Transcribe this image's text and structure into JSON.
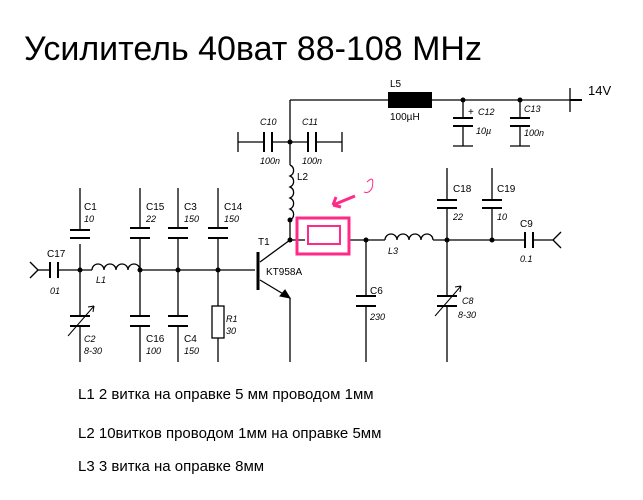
{
  "title": "Усилитель 40ват 88-108 MHz",
  "supply": "14V",
  "components": {
    "C1": {
      "name": "C1",
      "value": "10"
    },
    "C2": {
      "name": "C2",
      "value": "8-30"
    },
    "C3": {
      "name": "C3",
      "value": "150"
    },
    "C4": {
      "name": "C4",
      "value": "150"
    },
    "C6": {
      "name": "C6",
      "value": "230"
    },
    "C8": {
      "name": "C8",
      "value": "8-30"
    },
    "C9": {
      "name": "C9",
      "value": "0.1"
    },
    "C10": {
      "name": "C10",
      "value": "100n"
    },
    "C11": {
      "name": "C11",
      "value": "100n"
    },
    "C12": {
      "name": "C12",
      "value": "10µ"
    },
    "C13": {
      "name": "C13",
      "value": "100n"
    },
    "C14": {
      "name": "C14",
      "value": "150"
    },
    "C15": {
      "name": "C15",
      "value": "22"
    },
    "C16": {
      "name": "C16",
      "value": "100"
    },
    "C17": {
      "name": "C17",
      "value": "01"
    },
    "C18": {
      "name": "C18",
      "value": "22"
    },
    "C19": {
      "name": "C19",
      "value": "10"
    },
    "R1": {
      "name": "R1",
      "value": "30"
    },
    "L1": {
      "name": "L1"
    },
    "L2": {
      "name": "L2"
    },
    "L3": {
      "name": "L3"
    },
    "L5": {
      "name": "L5",
      "value": "100µH"
    },
    "T1": {
      "name": "T1",
      "value": "KT958A"
    }
  },
  "notes": [
    "L1 2 витка на оправке 5 мм проводом 1мм",
    "L2 10витков проводом 1мм на оправке 5мм",
    "L3  3 витка на оправке 8мм"
  ],
  "colors": {
    "highlight": "#ff2a88",
    "wire": "#000000"
  }
}
